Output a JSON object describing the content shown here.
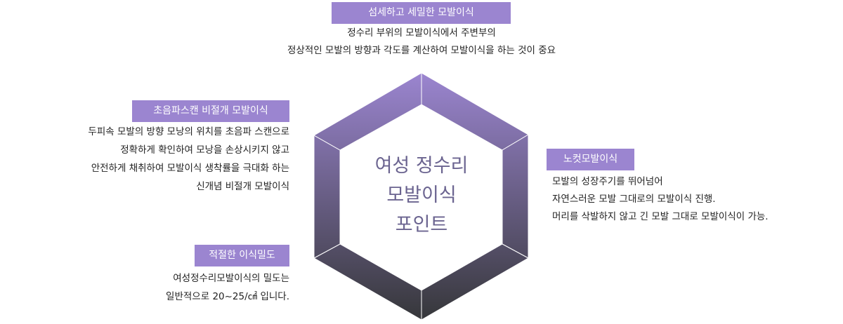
{
  "center": {
    "lines": [
      "여성 정수리",
      "모발이식",
      "포인트"
    ]
  },
  "top": {
    "label": "섬세하고 세밀한 모발이식",
    "lines": [
      "정수리 부위의 모발이식에서 주변부의",
      "정상적인 모발의 방향과 각도를 계산하여 모발이식을 하는 것이 중요"
    ]
  },
  "left_upper": {
    "label": "초음파스캔 비절개 모발이식",
    "lines": [
      "두피속 모발의 방향 모낭의 위치를 초음파 스캔으로",
      "정확하게 확인하여 모낭을 손상시키지 않고",
      "안전하게 채취하여 모발이식 생착률을 극대화 하는",
      "신개념 비절개 모발이식"
    ]
  },
  "left_lower": {
    "label": "적절한 이식밀도",
    "lines": [
      "여성정수리모발이식의 밀도는",
      "일반적으로 20~25/㎠ 입니다."
    ]
  },
  "right": {
    "label": "노컷모발이식",
    "lines": [
      "모발의 성장주기를 뛰어넘어",
      "자연스러운 모발 그대로의 모발이식 진행.",
      "머리를 삭발하지 않고 긴 모발 그대로 모발이식이 가능."
    ]
  },
  "colors": {
    "accent": "#9b85d0",
    "hex_top": "#9b85d0",
    "hex_bottom": "#36373a"
  }
}
